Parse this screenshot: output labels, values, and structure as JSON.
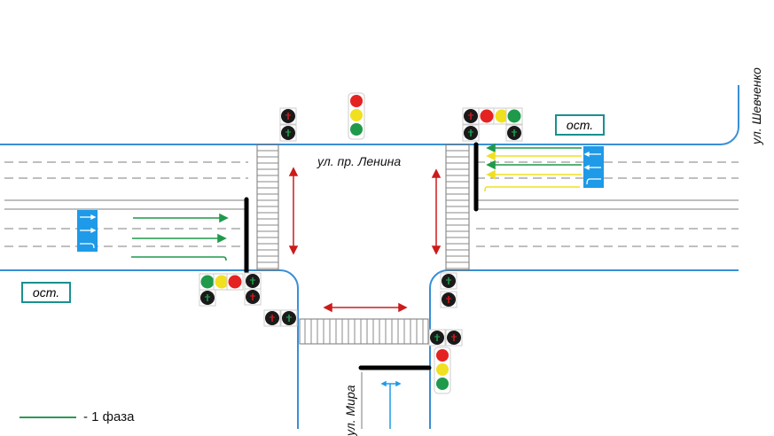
{
  "streets": {
    "main": "ул. пр. Ленина",
    "cross_right": "ул. Шевченко",
    "cross_bottom": "ул. Мира"
  },
  "stops": {
    "left": "ост.",
    "right": "ост."
  },
  "legend": {
    "phase_label": "- 1 фаза",
    "phase_color": "#2a9a5a"
  },
  "colors": {
    "curb": "#3a8fd6",
    "phase1_arrow": "#1f9a4a",
    "phase2_arrow": "#f0e020",
    "ped_arrow": "#cc1b1b",
    "lane_sign": "#1e9ae8",
    "stop_border": "#1a9090"
  }
}
